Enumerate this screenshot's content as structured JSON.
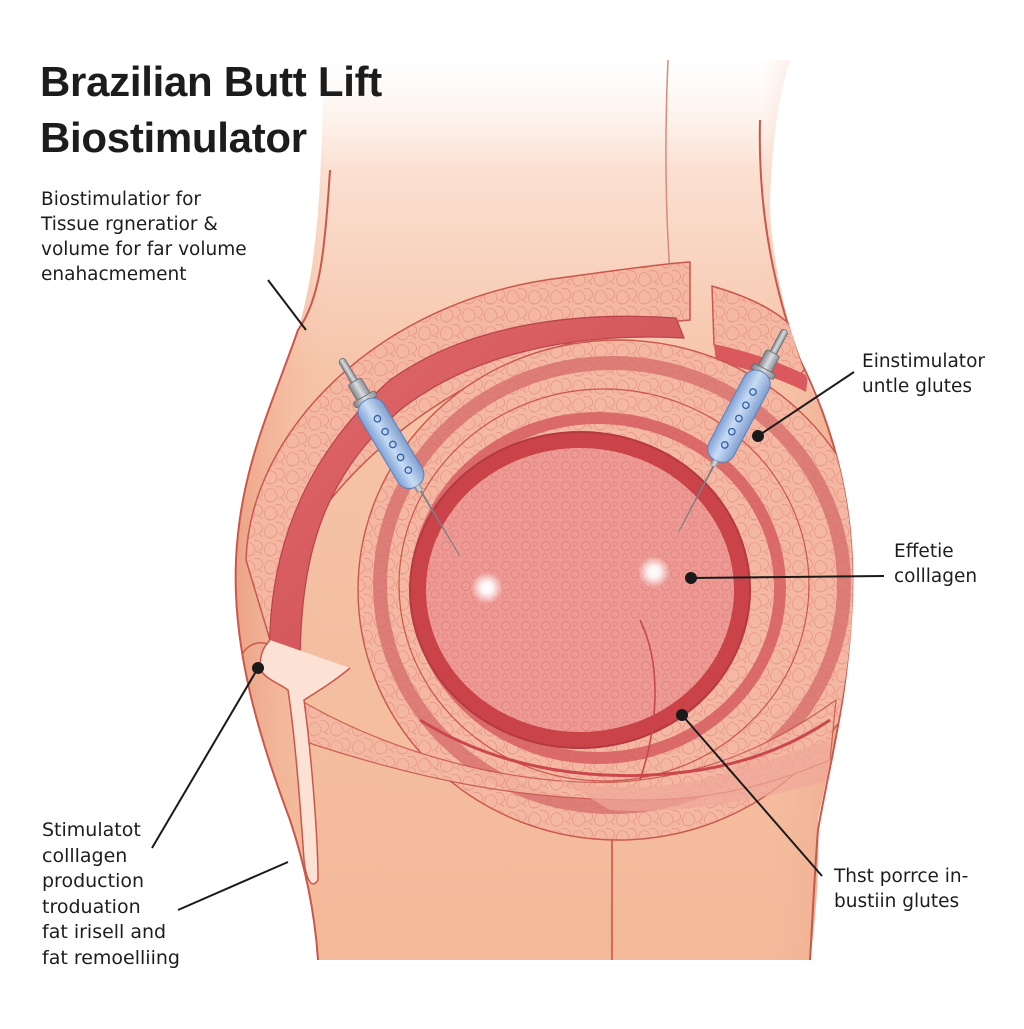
{
  "title": {
    "line1": "Brazilian Butt Lift",
    "line2": "Biostimulator"
  },
  "labels": {
    "top_left": [
      "Biostimulatior for",
      "Tissue rgneratior &",
      "volume for far volume",
      "enahacmement"
    ],
    "right_upper": [
      "Einstimulator",
      "untle glutes"
    ],
    "right_middle": [
      "Effetie",
      "colllagen"
    ],
    "bottom_left": [
      "Stimulatot",
      "colllagen",
      "production",
      "troduation",
      "fat irisell and",
      "fat remoelliing"
    ],
    "bottom_right": [
      "Thst porrce in-",
      "bustiin glutes"
    ]
  },
  "colors": {
    "background": "#ffffff",
    "skin": "#f6c4a8",
    "skin_dark": "#eea486",
    "outline": "#c5504a",
    "fat_layer": "#f2b3a0",
    "muscle_band": "#dd5a5e",
    "glute_core": "#ec8f8c",
    "syringe": "#9fbde6",
    "syringe_metal": "#a9adb3",
    "leader_line": "#1a1a1a",
    "text": "#1d1d1d"
  },
  "icons": {
    "syringe_left": "syringe-icon",
    "syringe_right": "syringe-icon",
    "injection_glow": "sparkle-icon"
  }
}
